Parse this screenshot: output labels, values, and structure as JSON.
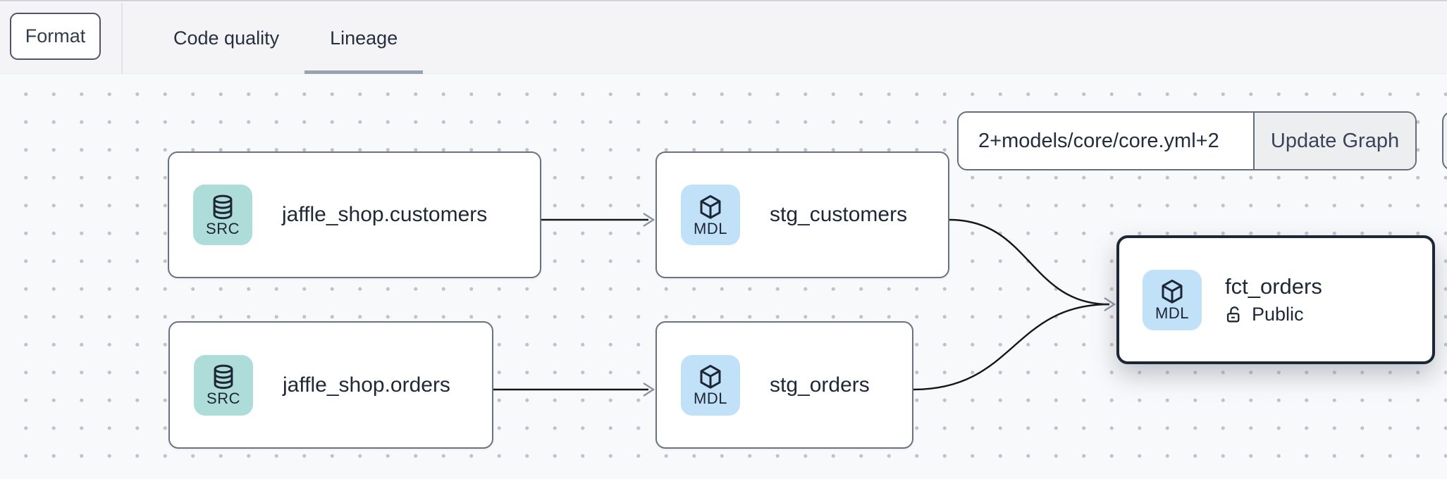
{
  "header": {
    "format_button": "Format",
    "tabs": [
      {
        "label": "Code quality",
        "active": false
      },
      {
        "label": "Lineage",
        "active": true
      }
    ]
  },
  "graph_toolbar": {
    "selector_input_value": "2+models/core/core.yml+2",
    "update_graph_button": "Update Graph"
  },
  "nodes": [
    {
      "badge": "SRC",
      "icon": "database",
      "title": "jaffle_shop.customers"
    },
    {
      "badge": "MDL",
      "icon": "cube",
      "title": "stg_customers"
    },
    {
      "badge": "SRC",
      "icon": "database",
      "title": "jaffle_shop.orders"
    },
    {
      "badge": "MDL",
      "icon": "cube",
      "title": "stg_orders"
    },
    {
      "badge": "MDL",
      "icon": "cube",
      "title": "fct_orders",
      "access": "Public",
      "selected": true
    }
  ],
  "edges": [
    {
      "from": "jaffle_shop.customers",
      "to": "stg_customers"
    },
    {
      "from": "jaffle_shop.orders",
      "to": "stg_orders"
    },
    {
      "from": "stg_customers",
      "to": "fct_orders"
    },
    {
      "from": "stg_orders",
      "to": "fct_orders"
    }
  ],
  "colors": {
    "src_badge_bg": "#aedcd8",
    "mdl_badge_bg": "#c1e1f8",
    "node_border": "#6a7280",
    "selected_node_border": "#1d2634",
    "edge": "#161616",
    "arrowhead": "#8b93a0",
    "tab_underline": "#9aa2ae",
    "header_bg": "#f4f4f6",
    "canvas_bg": "#f8f9fb"
  }
}
